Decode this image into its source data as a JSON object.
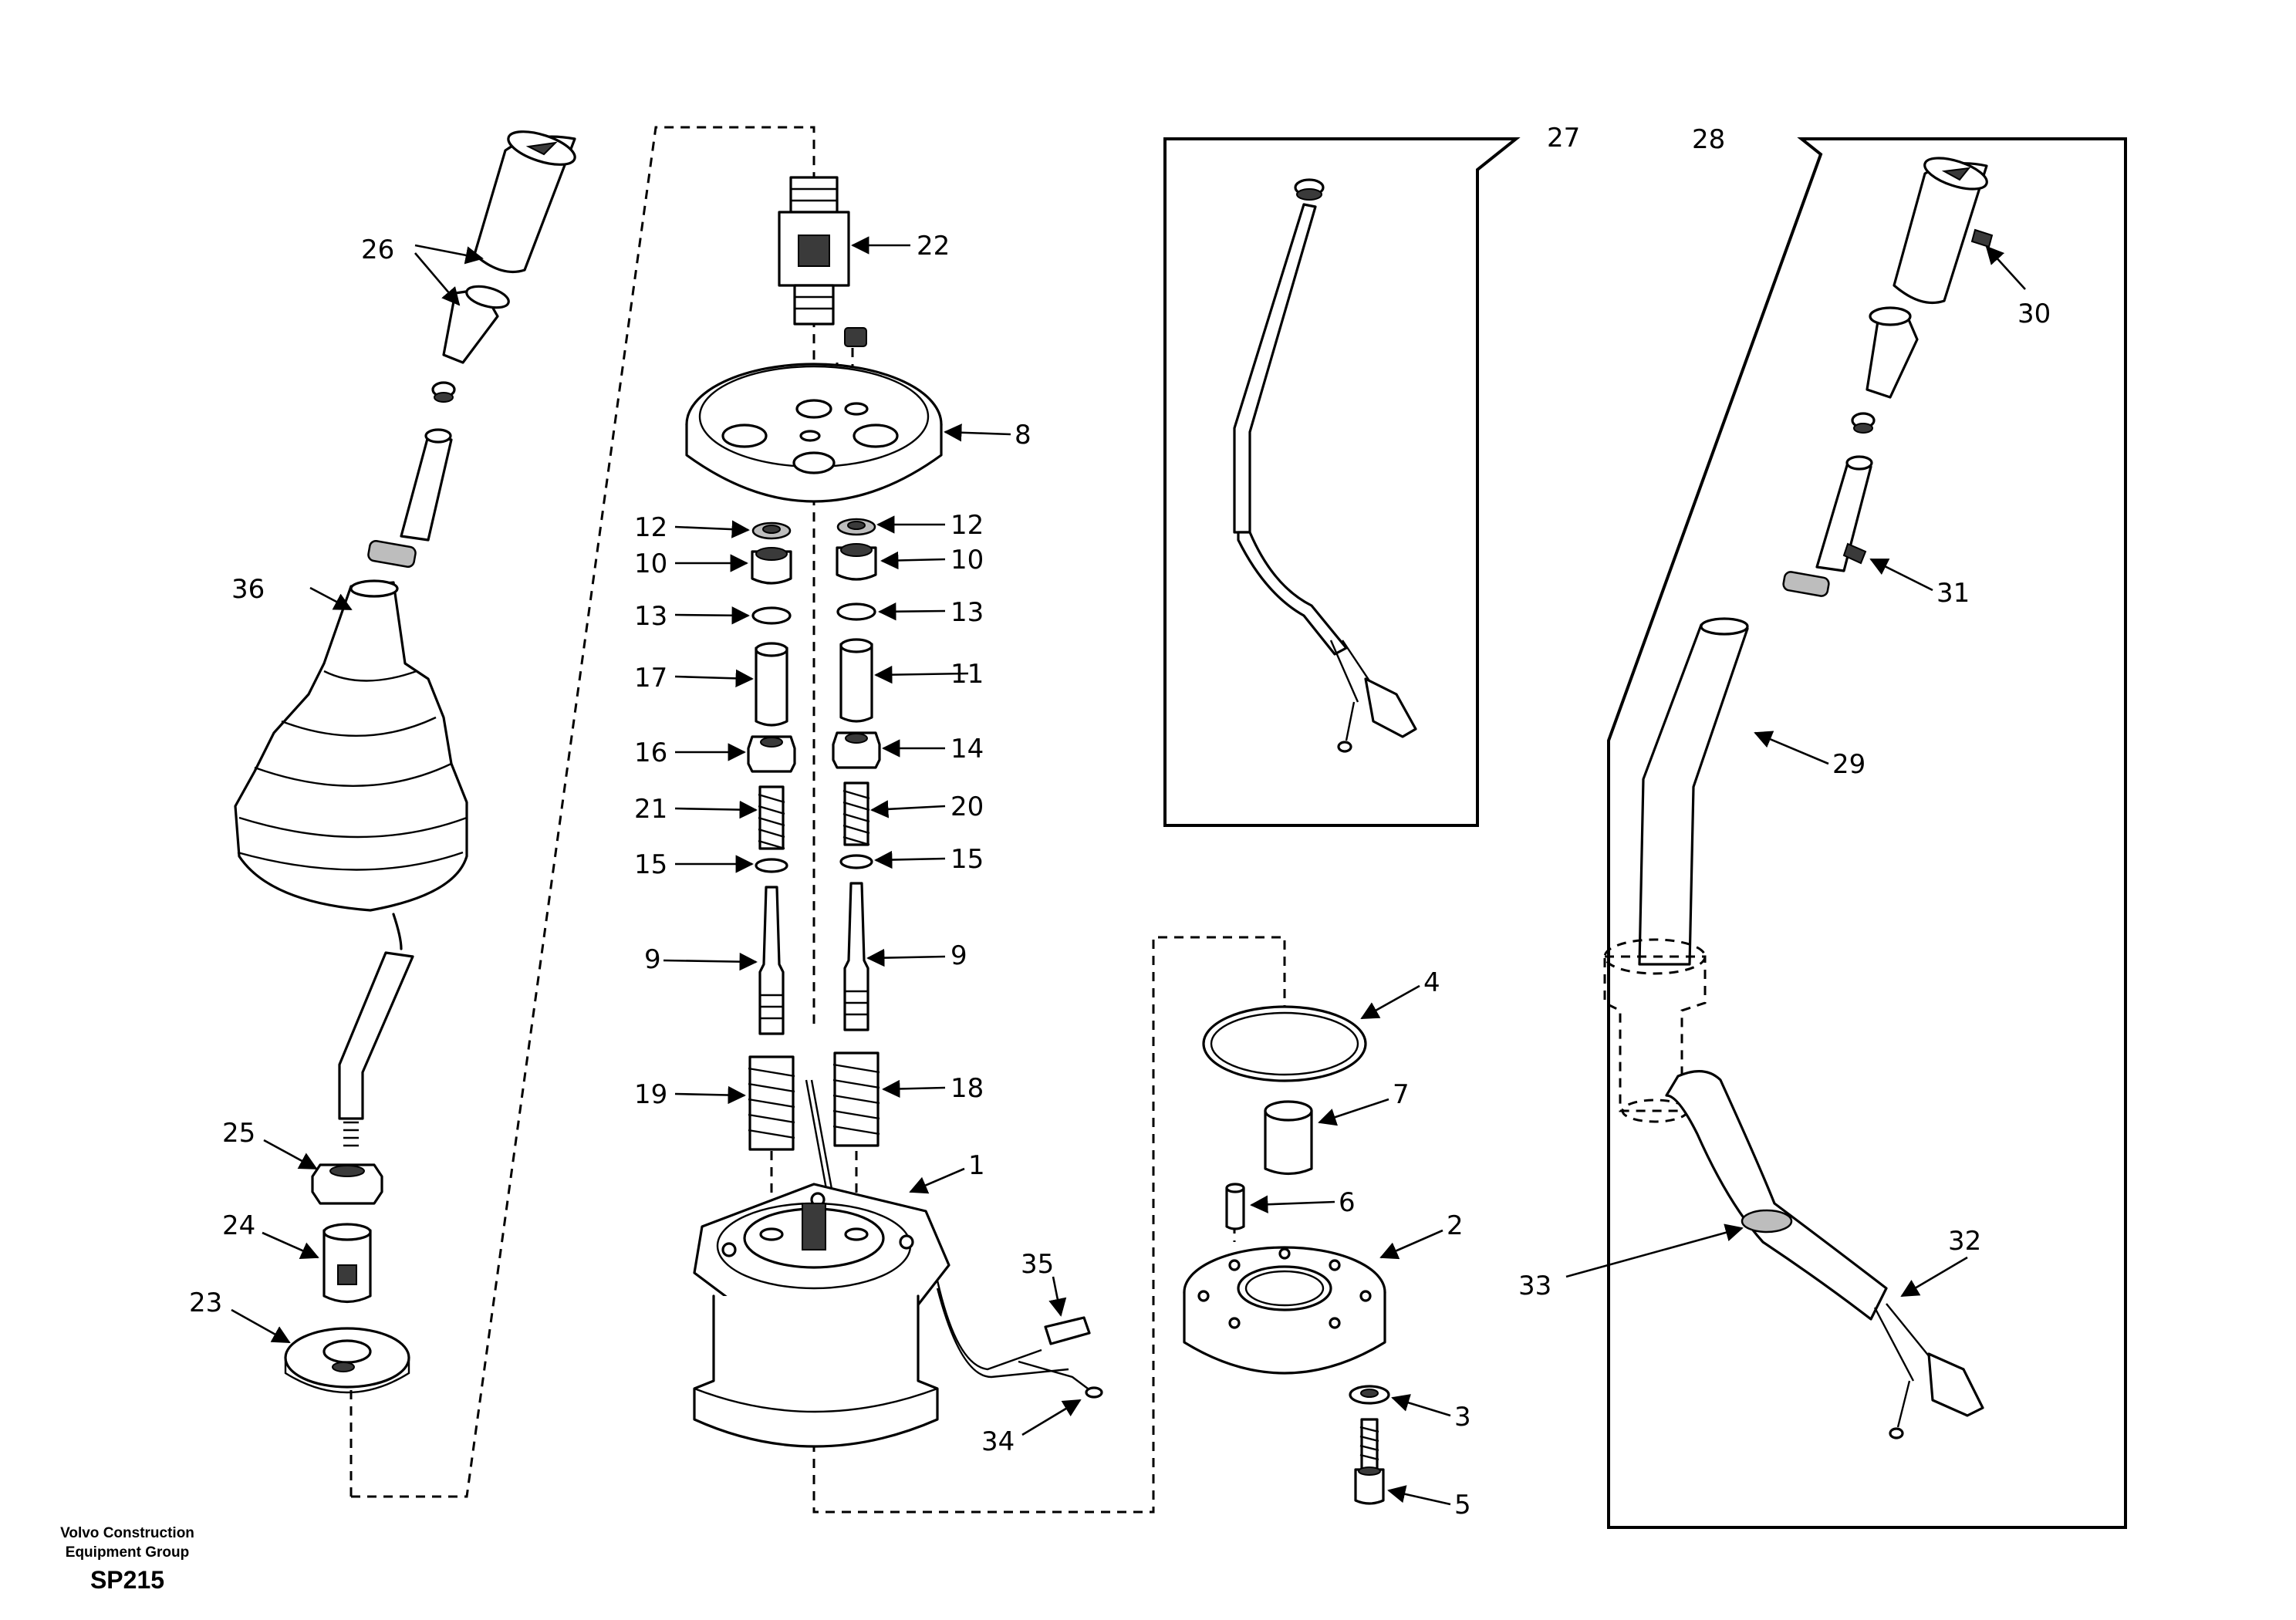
{
  "diagram": {
    "callouts": [
      "1",
      "2",
      "3",
      "4",
      "5",
      "6",
      "7",
      "8",
      "9",
      "9",
      "10",
      "10",
      "11",
      "12",
      "12",
      "13",
      "13",
      "14",
      "15",
      "15",
      "16",
      "17",
      "18",
      "19",
      "20",
      "21",
      "22",
      "23",
      "24",
      "25",
      "26",
      "27",
      "28",
      "29",
      "30",
      "31",
      "32",
      "33",
      "34",
      "35",
      "36"
    ]
  },
  "footer": {
    "company_line1": "Volvo Construction",
    "company_line2": "Equipment Group",
    "code": "SP215"
  }
}
